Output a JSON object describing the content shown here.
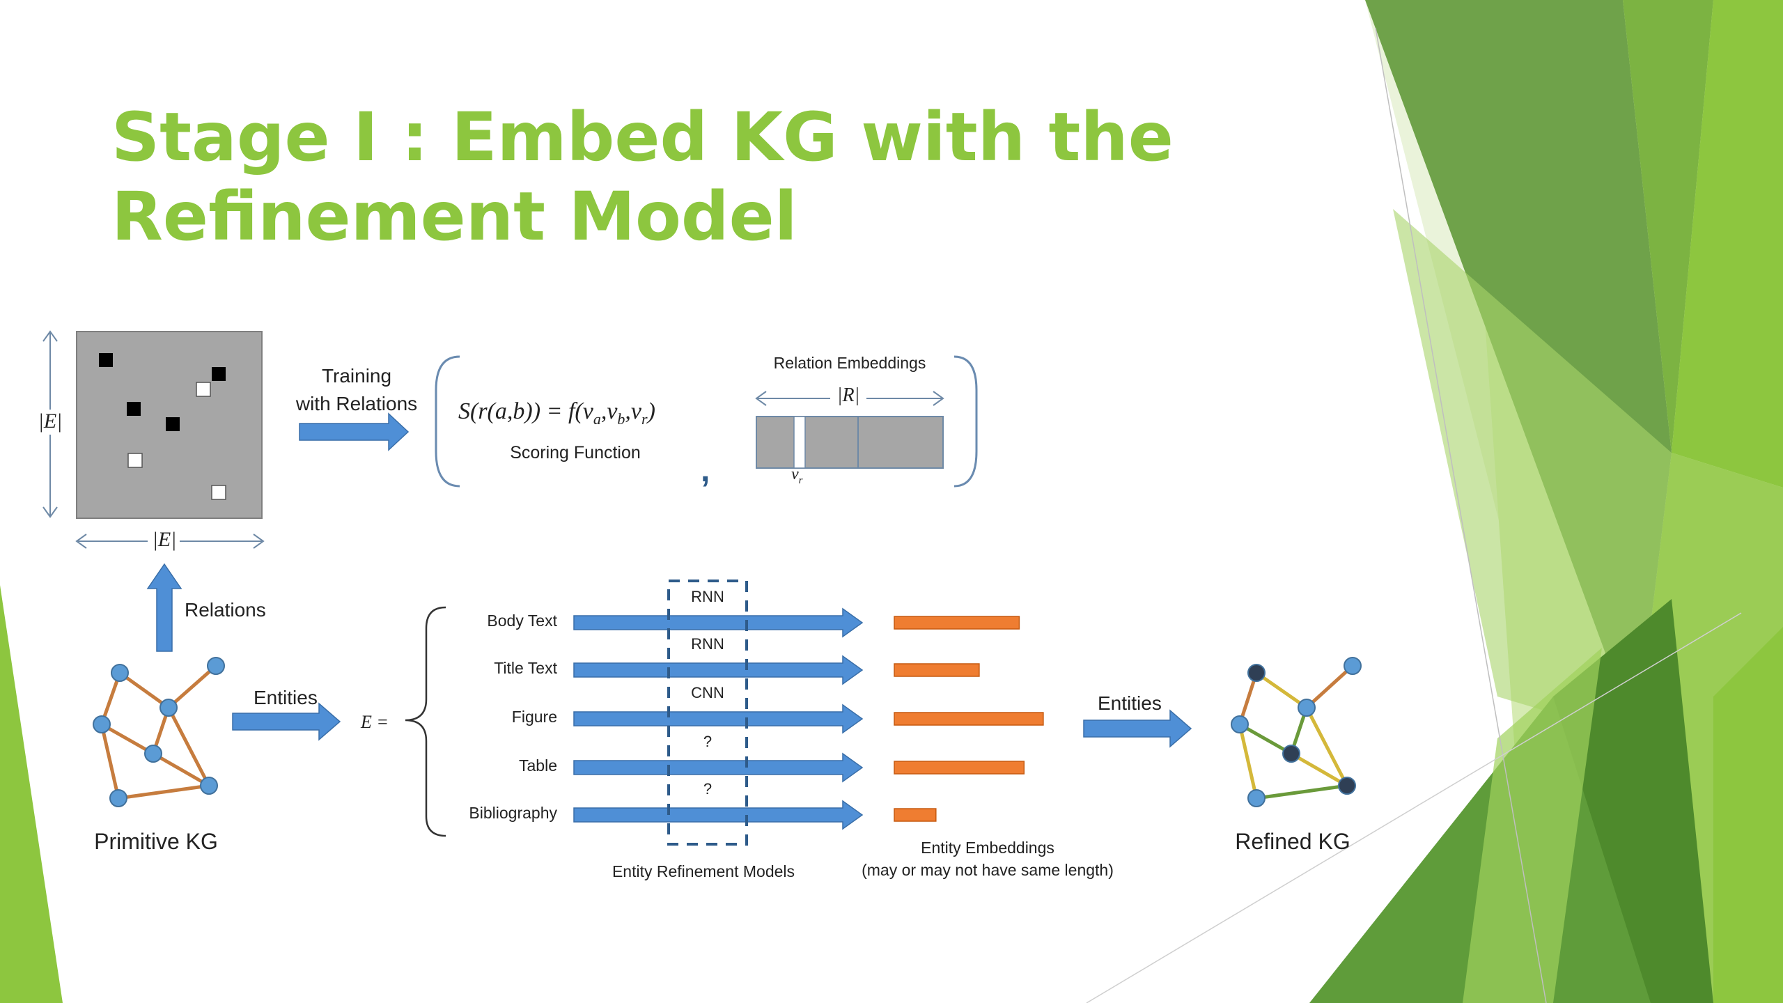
{
  "slide": {
    "title_line1": "Stage I : Embed KG with the",
    "title_line2": "Refinement Model"
  },
  "matrix": {
    "left_dim": "|E|",
    "bottom_dim": "|E|"
  },
  "training": {
    "line1": "Training",
    "line2": "with Relations"
  },
  "scoring": {
    "formula": "S(r(a,b)) = f(v",
    "formula_sub_a": "a",
    "formula_mid1": ",v",
    "formula_sub_b": "b",
    "formula_mid2": ",v",
    "formula_sub_r": "r",
    "formula_end": ")",
    "label": "Scoring Function",
    "comma": ","
  },
  "relation_embeddings": {
    "title": "Relation Embeddings",
    "dim": "|R|",
    "vector": "v",
    "vector_sub": "r"
  },
  "flow": {
    "relations": "Relations",
    "entities_left": "Entities",
    "entities_right": "Entities",
    "e_equals": "E ="
  },
  "primitive_kg": {
    "label": "Primitive KG"
  },
  "refined_kg": {
    "label": "Refined KG"
  },
  "rows": [
    {
      "name": "Body Text",
      "model": "RNN",
      "embedding_length": 0.78
    },
    {
      "name": "Title Text",
      "model": "RNN",
      "embedding_length": 0.53
    },
    {
      "name": "Figure",
      "model": "CNN",
      "embedding_length": 0.93
    },
    {
      "name": "Table",
      "model": "?",
      "embedding_length": 0.81
    },
    {
      "name": "Bibliography",
      "model": "?",
      "embedding_length": 0.26
    }
  ],
  "refinement_models_label": "Entity Refinement Models",
  "entity_embeddings": {
    "line1": "Entity Embeddings",
    "line2": "(may or may not have same length)"
  },
  "colors": {
    "accent_green": "#8dc63f",
    "arrow_blue": "#4f8fd6",
    "embedding_orange": "#ef7d31",
    "matrix_gray": "#a6a6a6",
    "node_blue": "#5b9bd5",
    "node_dark": "#2f3f55",
    "edge_brown": "#c67c3e"
  }
}
